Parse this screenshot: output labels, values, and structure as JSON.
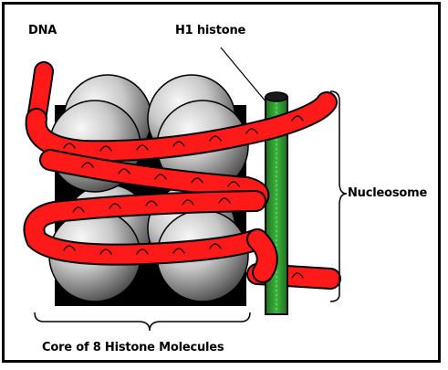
{
  "labels": {
    "dna": "DNA",
    "h1_histone": "H1 histone",
    "nucleosome": "Nucleosome",
    "core": "Core of 8 Histone Molecules"
  },
  "colors": {
    "dna": "#ff1a1a",
    "dna_outline": "#000000",
    "histone_light": "#f2f2f2",
    "histone_dark": "#5a5a5a",
    "h1_histone": "#33a033",
    "border": "#000000"
  }
}
